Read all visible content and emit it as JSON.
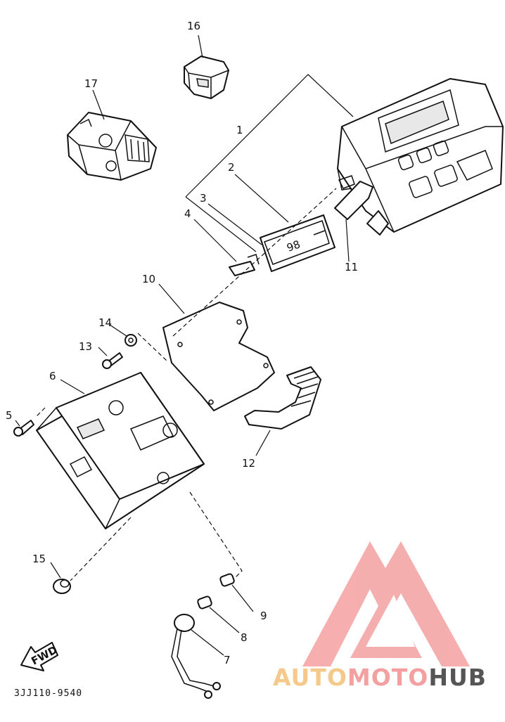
{
  "diagram": {
    "part_numbers": {
      "p1": "1",
      "p2": "2",
      "p3": "3",
      "p4": "4",
      "p5": "5",
      "p6": "6",
      "p7": "7",
      "p8": "8",
      "p9": "9",
      "p10": "10",
      "p11": "11",
      "p12": "12",
      "p13": "13",
      "p14": "14",
      "p15": "15",
      "p16": "16",
      "p17": "17"
    },
    "display_digits": "98",
    "fwd_label": "FWD",
    "diagram_code": "3JJ110-9540"
  },
  "watermark": {
    "part1": "AUTO",
    "part2": "MOTO",
    "part3": "HUB",
    "colors": {
      "logo": "#f4a0a0",
      "auto": "#f5c98a",
      "moto": "#f4a0a0",
      "hub": "#555555"
    }
  }
}
